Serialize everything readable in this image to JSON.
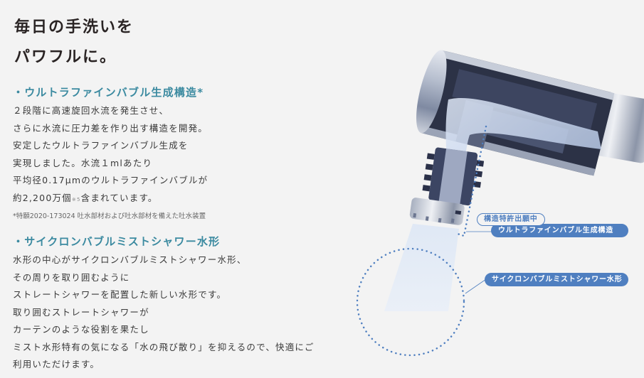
{
  "title": {
    "line1": "毎日の手洗いを",
    "line2": "パワフルに。"
  },
  "sections": [
    {
      "heading": "・ウルトラファインバブル生成構造*",
      "lines": [
        "２段階に高速旋回水流を発生させ、",
        "さらに水流に圧力差を作り出す構造を開発。",
        "安定したウルトラファインバブル生成を",
        "実現しました。水流１mlあたり",
        "平均径0.17μmのウルトラファインバブルが"
      ],
      "last_line_prefix": "約2,200万個",
      "last_line_sup": "※5",
      "last_line_suffix": "含まれています。",
      "footnote": "*特願2020-173024 吐水部材および吐水部材を備えた吐水装置"
    },
    {
      "heading": "・サイクロンバブルミストシャワー水形",
      "lines": [
        "水形の中心がサイクロンバブルミストシャワー水形、",
        "その周りを取り囲むように",
        "ストレートシャワーを配置した新しい水形です。",
        "取り囲むストレートシャワーが",
        "カーテンのような役割を果たし",
        "ミスト水形特有の気になる「水の飛び散り」を抑えるので、快適にご",
        "利用いただけます。"
      ]
    }
  ],
  "illustration": {
    "badge_patent": "構造特許出願中",
    "label_ufb": "ウルトラファインバブル生成構造",
    "label_cyclone": "サイクロンバブルミストシャワー水形",
    "accent_color": "#4f7fc0"
  },
  "colors": {
    "background": "#f3f3f3",
    "heading": "#3b8aa0",
    "text": "#3a3a3a",
    "title": "#2a2424",
    "label": "#4f7fc0"
  }
}
